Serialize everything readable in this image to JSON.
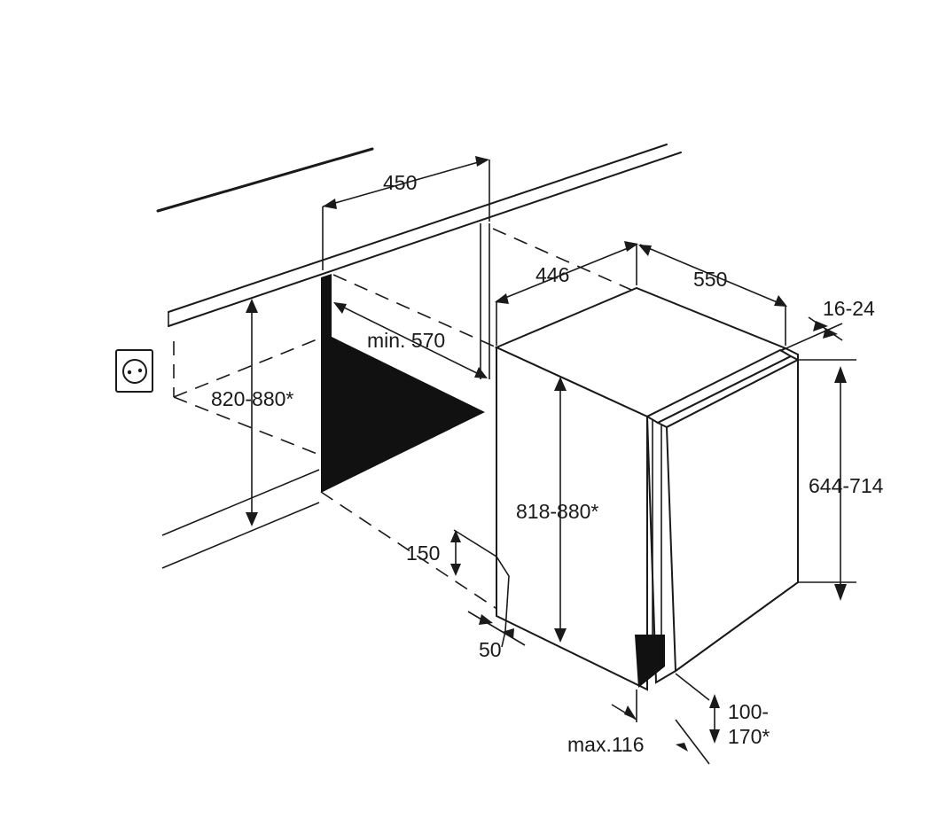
{
  "dimensions": {
    "niche_depth_top": "450",
    "appliance_depth": "446",
    "appliance_width": "550",
    "door_thickness": "16-24",
    "niche_depth_min": "min. 570",
    "niche_height": "820-880*",
    "appliance_height": "818-880*",
    "door_height": "644-714",
    "plinth_notch_height": "150",
    "plinth_notch_depth": "50",
    "plinth_recess": "max.116",
    "plinth_height_top": "100-",
    "plinth_height_bottom": "170*"
  },
  "colors": {
    "line": "#1a1a1a",
    "fill_dark": "#111111",
    "background": "#ffffff"
  },
  "icons": {
    "socket": "power-socket-icon"
  }
}
